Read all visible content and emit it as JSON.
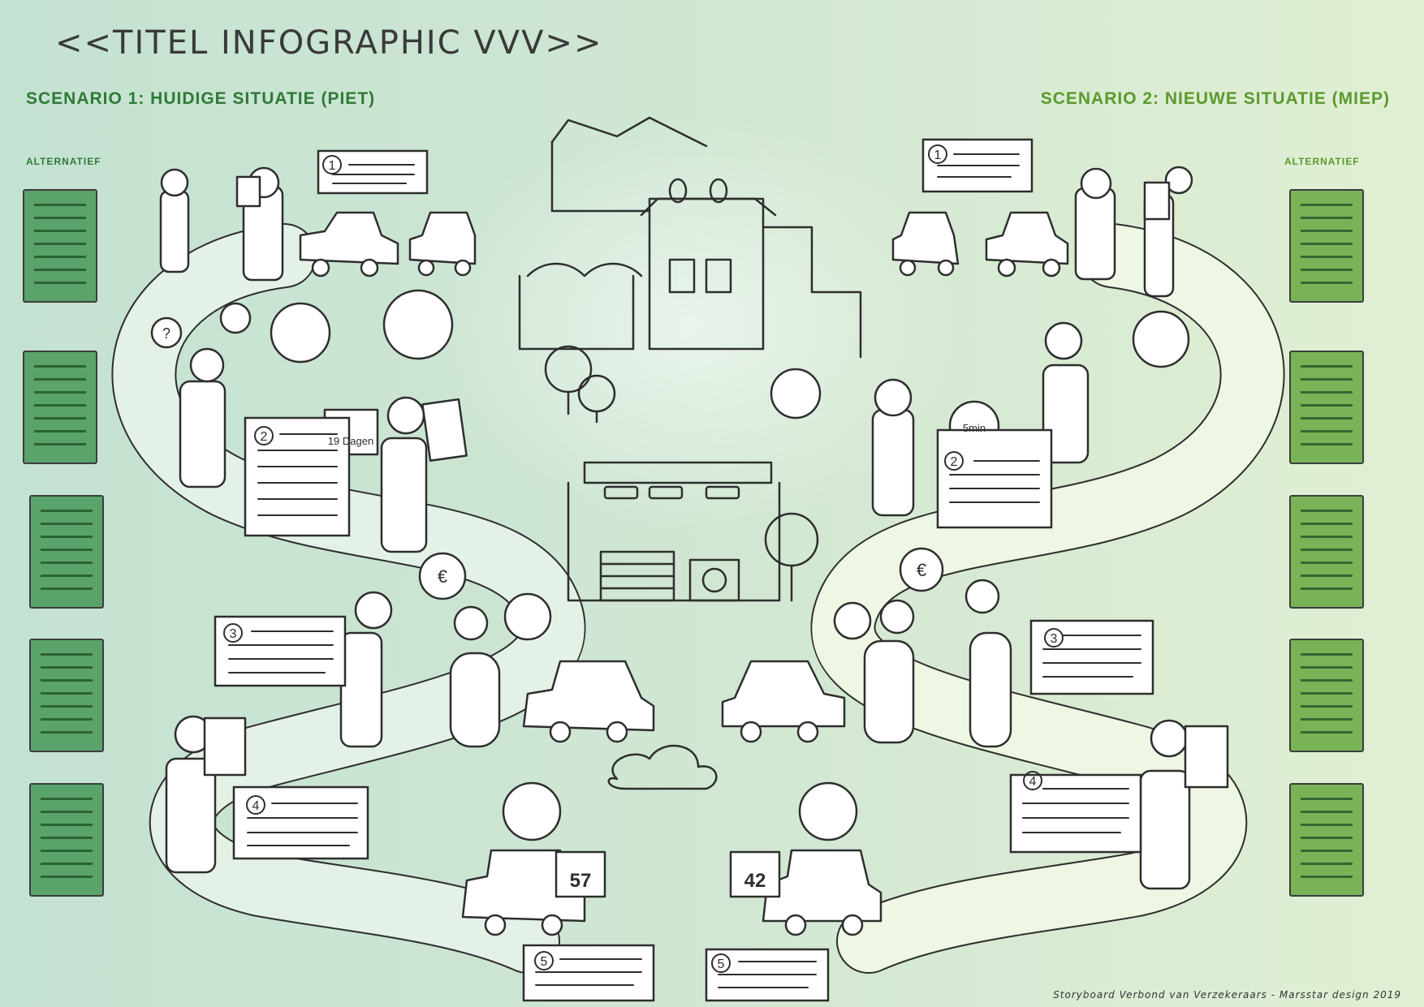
{
  "title": "<<TITEL INFOGRAPHIC VVV>>",
  "scenario_left": "SCENARIO 1: HUIDIGE SITUATIE (PIET)",
  "scenario_right": "SCENARIO 2: NIEUWE SITUATIE (MIEP)",
  "alternatief_left": "ALTERNATIEF",
  "alternatief_right": "ALTERNATIEF",
  "footer": "Storyboard Verbond van Verzekeraars - Marsstar design 2019",
  "step_numbers": [
    "1",
    "2",
    "3",
    "4",
    "5"
  ],
  "calendar_left": "19 Dagen",
  "stopwatch_right": "5min",
  "day_count_left": "57",
  "day_count_right": "42",
  "euro_symbol": "€",
  "question_symbol": "?",
  "colors": {
    "left_accent": "#2f7a36",
    "right_accent": "#5a9a2c",
    "sketch": "#2e2e2e"
  }
}
